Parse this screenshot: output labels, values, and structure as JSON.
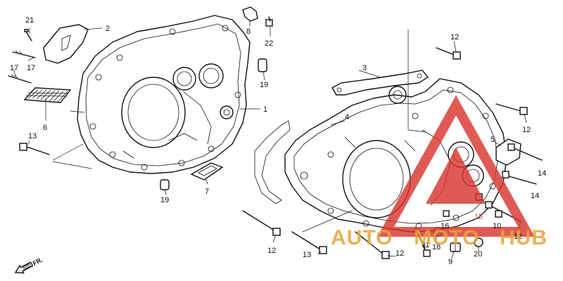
{
  "diagram": {
    "callouts": {
      "c21": "21",
      "c2": "2",
      "c17a": "17",
      "c17b": "17",
      "c6": "6",
      "c13a": "13",
      "c19a": "19",
      "c8": "8",
      "c22": "22",
      "c19b": "19",
      "c1": "1",
      "c7": "7",
      "c12top": "12",
      "c3": "3",
      "c4": "4",
      "c12r": "12",
      "c5": "5",
      "c14a": "14",
      "c14b": "14",
      "c15": "15",
      "c16": "16",
      "c10": "10",
      "c11": "11",
      "c12rb": "12",
      "c12bl": "12",
      "c13b": "13",
      "c12b": "12",
      "c18": "18",
      "c20": "20",
      "c9": "9"
    },
    "direction_marker": "FR.",
    "watermark": {
      "text_auto": "AUTO",
      "text_moto": "MOTO",
      "text_hub": "HUB",
      "color_red": "#d9322b",
      "color_orange": "#e8a33a"
    }
  }
}
